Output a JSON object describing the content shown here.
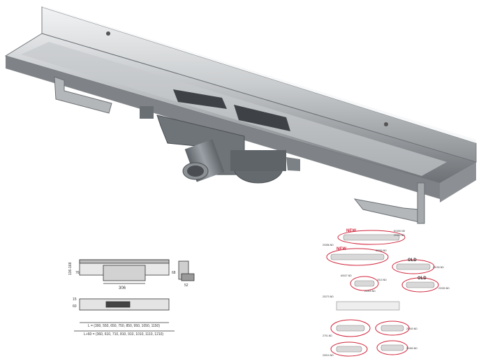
{
  "drawing": {
    "dims_side": [
      "136-168",
      "76",
      "68",
      "52",
      "15",
      "60"
    ],
    "dim_306": "306",
    "dim_L": "L = (300, 550, 650, 750, 850, 950, 1050, 1150)",
    "dim_L60": "L+60 = (360, 610, 710, 810, 910, 1010, 1110, 1210)"
  },
  "parts": {
    "new_label_1": "NEW",
    "new_label_2": "NEW",
    "old_label_1": "OLD",
    "old_label_2": "OLD",
    "codes": [
      "K0150.ND",
      "20330.ND",
      "20356.ND",
      "30050.ND",
      "20190.ND",
      "60027.ND",
      "2010.ND",
      "20310.ND",
      "20270.ND",
      "20330.ND",
      "20500.ND",
      "2701.ND",
      "30450.ND",
      "20910.ND"
    ]
  },
  "colors": {
    "steel_light": "#d7d9db",
    "steel_mid": "#9fa3a6",
    "steel_dark": "#5b5f63",
    "pipe_grey": "#7d8287",
    "drawing_line": "#333333",
    "parts_red": "#d0263c"
  }
}
